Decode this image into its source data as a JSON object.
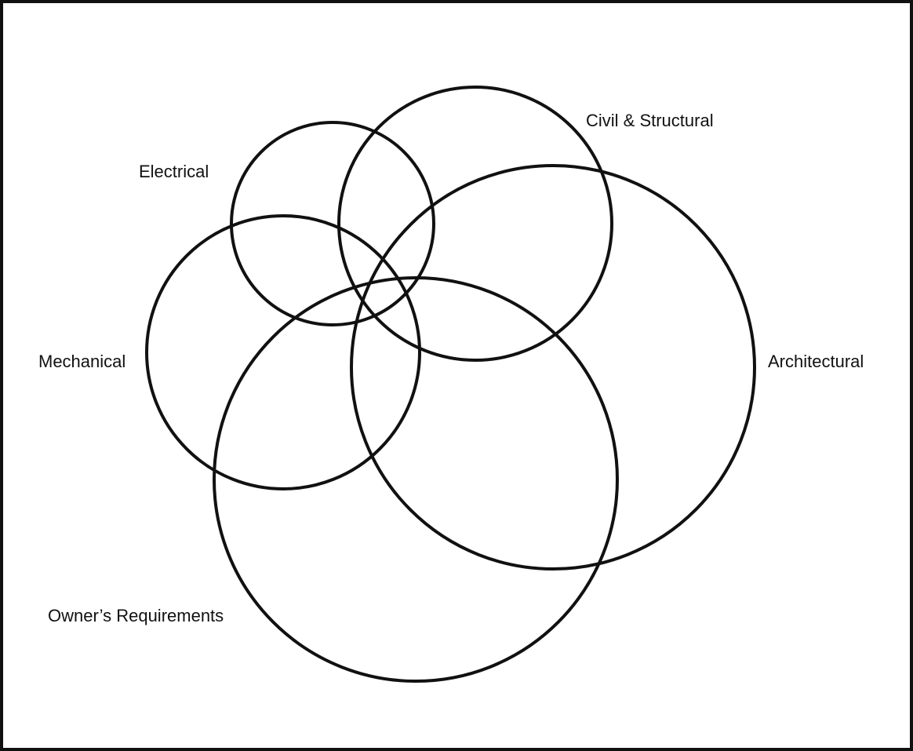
{
  "diagram": {
    "type": "venn",
    "colors": {
      "stroke": "#111111",
      "background": "#ffffff",
      "frame": "#111111"
    },
    "sets": [
      {
        "id": "electrical",
        "label": "Electrical"
      },
      {
        "id": "civil-structural",
        "label": "Civil & Structural"
      },
      {
        "id": "mechanical",
        "label": "Mechanical"
      },
      {
        "id": "architectural",
        "label": "Architectural"
      },
      {
        "id": "owners-requirements",
        "label": "Owner’s Requirements"
      }
    ]
  }
}
